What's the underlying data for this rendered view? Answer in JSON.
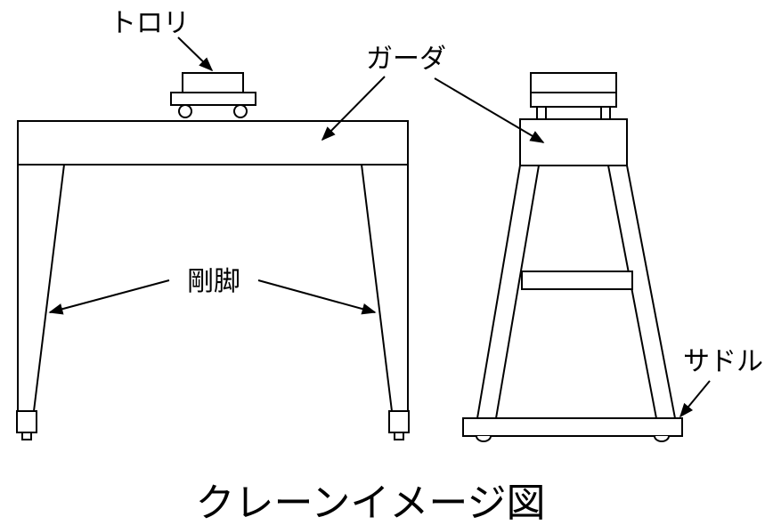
{
  "labels": {
    "trolley": "トロリ",
    "girder": "ガーダ",
    "rigid_leg": "剛脚",
    "saddle": "サドル"
  },
  "caption": "クレーンイメージ図",
  "colors": {
    "stroke": "#000000",
    "background": "#ffffff"
  }
}
